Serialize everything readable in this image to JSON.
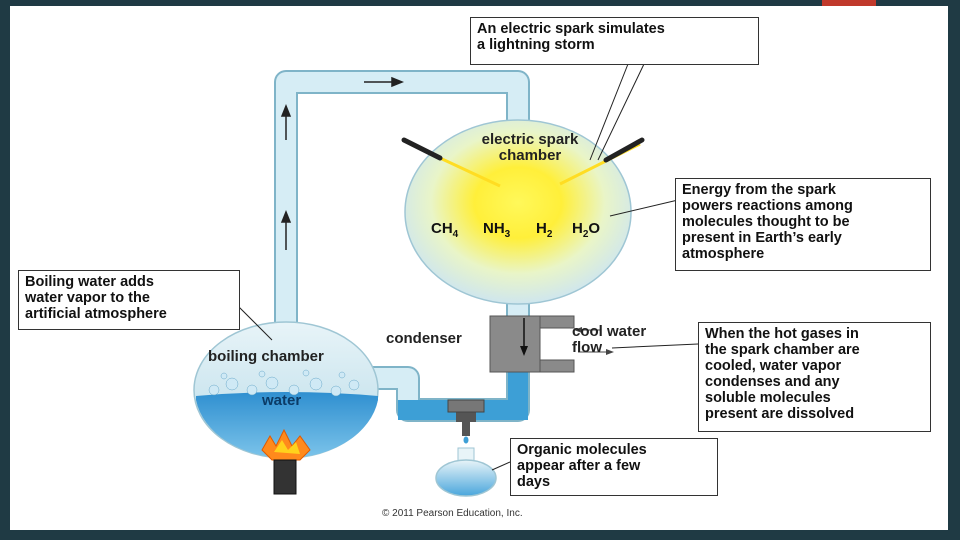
{
  "callouts": {
    "spark": "An electric spark simulates\na lightning storm",
    "energy": "Energy from the spark\npowers reactions among\nmolecules thought to be\npresent in Earth’s early\natmosphere",
    "boiling": "Boiling water adds\nwater vapor to the\nartificial atmosphere",
    "hot_gases": "When the hot gases in\nthe spark chamber are\ncooled, water vapor\ncondenses and any\nsoluble molecules\npresent are dissolved",
    "organic": "Organic molecules\nappear after a few\ndays"
  },
  "labels": {
    "spark_chamber": "electric spark\nchamber",
    "boiling_chamber": "boiling chamber",
    "water": "water",
    "condenser": "condenser",
    "cool_water_flow": "cool water\nflow"
  },
  "molecules": [
    {
      "base": "CH",
      "sub": "4",
      "tail": ""
    },
    {
      "base": "NH",
      "sub": "3",
      "tail": ""
    },
    {
      "base": "H",
      "sub": "2",
      "tail": ""
    },
    {
      "base": "H",
      "sub": "2",
      "tail": "O"
    }
  ],
  "copyright": "© 2011 Pearson Education, Inc.",
  "colors": {
    "frame": "#1f3a44",
    "accent": "#c0392b",
    "tube": "#cfe9f3",
    "water": "#3d9fd6",
    "spark": "#ffee44"
  }
}
